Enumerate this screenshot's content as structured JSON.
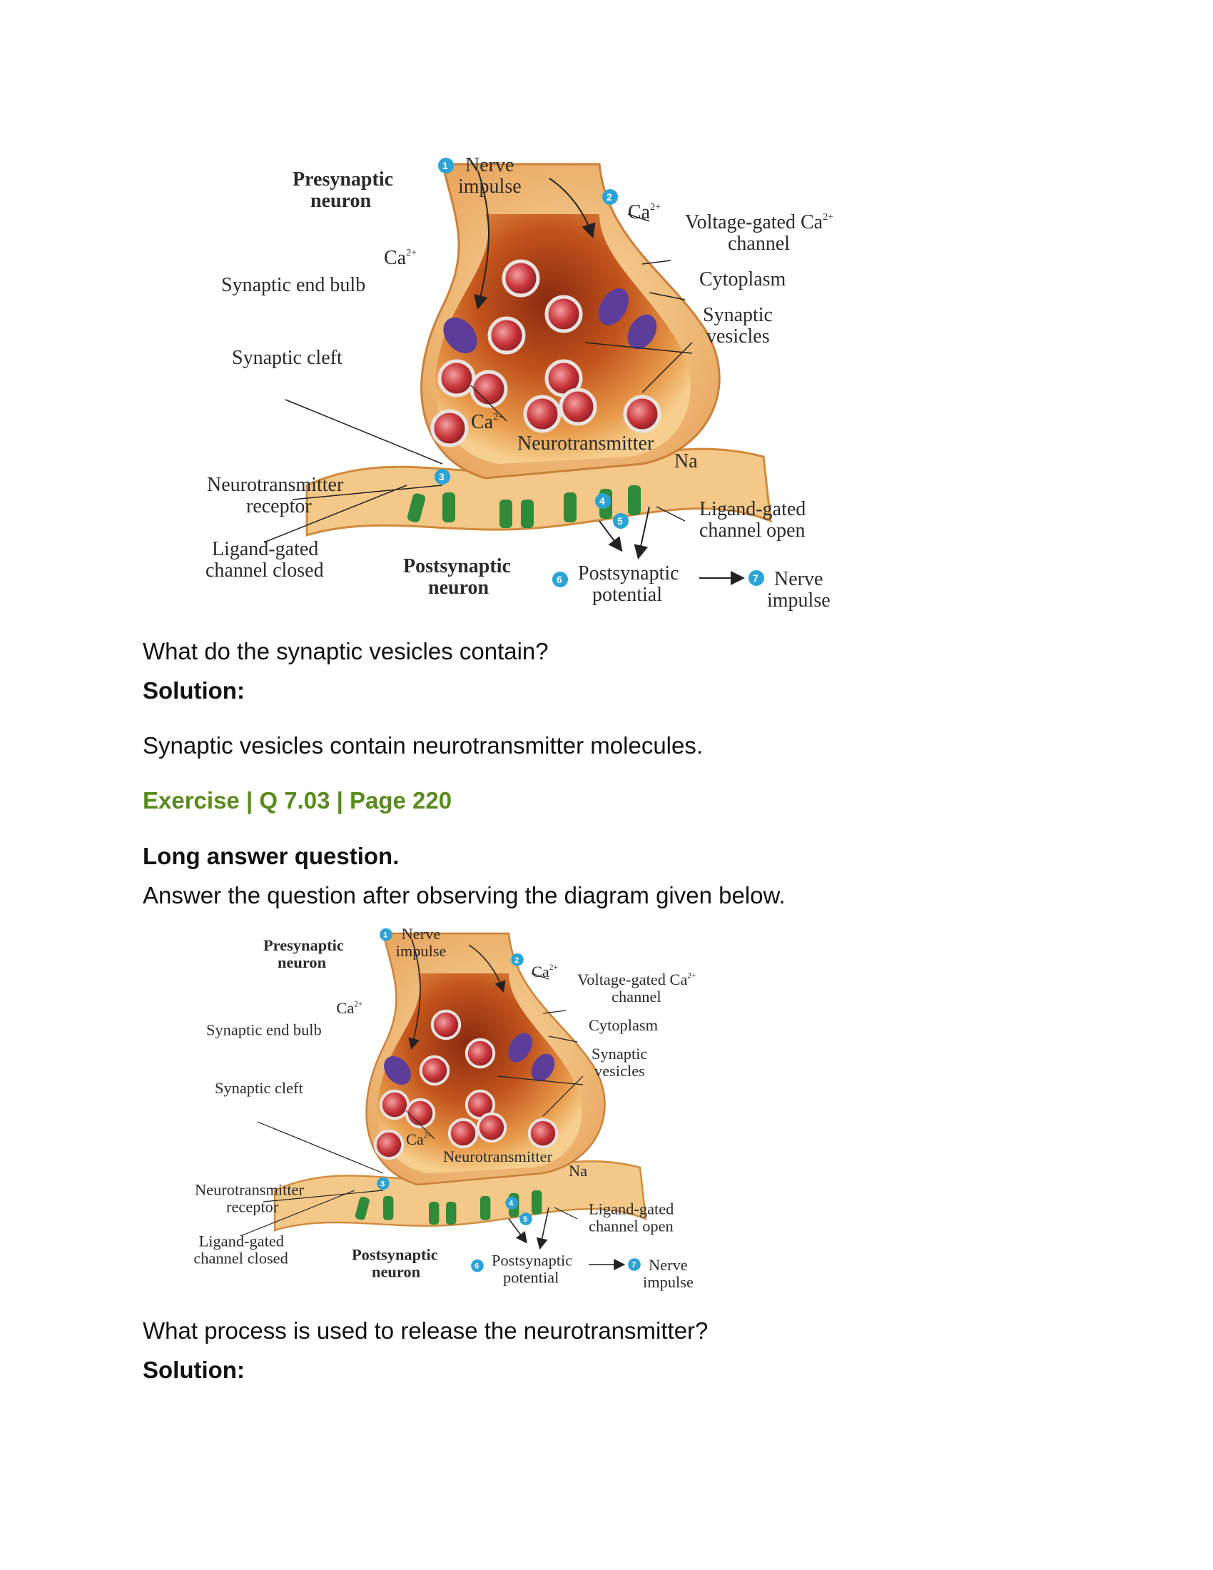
{
  "diagram": {
    "labels": {
      "presynaptic": [
        "Presynaptic",
        "neuron"
      ],
      "nerve_impulse_top": [
        "Nerve",
        "impulse"
      ],
      "ca_top": "Ca",
      "ca_left": "Ca",
      "ca_mid": "Ca",
      "ca_sup": "2+",
      "end_bulb": "Synaptic end bulb",
      "cleft": "Synaptic cleft",
      "voltage_gated": [
        "Voltage-gated Ca",
        "channel"
      ],
      "cytoplasm": "Cytoplasm",
      "vesicles": [
        "Synaptic",
        "vesicles"
      ],
      "neurotransmitter": "Neurotransmitter",
      "na": "Na",
      "receptor": [
        "Neurotransmitter",
        "receptor"
      ],
      "ligand_open": [
        "Ligand-gated",
        "channel open"
      ],
      "ligand_closed": [
        "Ligand-gated",
        "channel closed"
      ],
      "postsynaptic": [
        "Postsynaptic",
        "neuron"
      ],
      "post_potential": [
        "Postsynaptic",
        "potential"
      ],
      "nerve_impulse_end": [
        "Nerve",
        "impulse"
      ]
    },
    "steps": [
      "1",
      "2",
      "3",
      "4",
      "5",
      "6",
      "7"
    ]
  },
  "q1": {
    "question": "What do the synaptic vesicles contain?",
    "solution_label": "Solution:",
    "answer": "Synaptic vesicles contain neurotransmitter molecules."
  },
  "exercise": {
    "heading": "Exercise | Q 7.03 | Page 220"
  },
  "q2": {
    "type": "Long answer question.",
    "instruction": "Answer the question after observing the diagram given below.",
    "question": "What process is used to release the neurotransmitter?",
    "solution_label": "Solution:"
  }
}
